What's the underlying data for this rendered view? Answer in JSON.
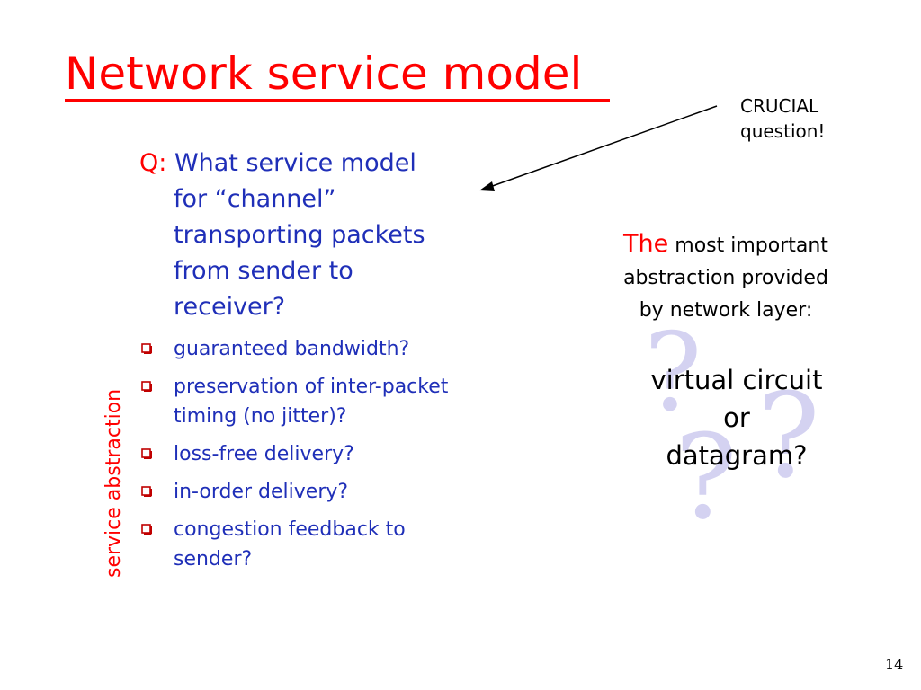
{
  "slide": {
    "title": "Network service model",
    "callout": {
      "line1": "CRUCIAL",
      "line2": "question!"
    },
    "question": {
      "label": "Q:",
      "lines": [
        "What service model",
        "for “channel”",
        "transporting packets",
        "from sender to",
        "receiver?"
      ]
    },
    "bullets": [
      [
        "guaranteed bandwidth?"
      ],
      [
        "preservation of inter-packet",
        "timing (no jitter)?"
      ],
      [
        "loss-free delivery?"
      ],
      [
        "in-order delivery?"
      ],
      [
        "congestion feedback to",
        "sender?"
      ]
    ],
    "side_label": "service abstraction",
    "important": {
      "the": "The",
      "line1_rest": "most important",
      "line2": "abstraction provided",
      "line3": "by network layer:"
    },
    "choice": {
      "line1": "virtual circuit",
      "line2": "or",
      "line3": "datagram?"
    },
    "decor_mark": "?",
    "page_number": "14"
  },
  "colors": {
    "title": "#ff0000",
    "question_text": "#1f2fb8",
    "accent_red": "#ff0000",
    "decor_question_mark": "#d4d2f1"
  },
  "icons": {
    "bullet": "hollow-square-bullet-icon",
    "arrow": "callout-arrow-icon"
  }
}
